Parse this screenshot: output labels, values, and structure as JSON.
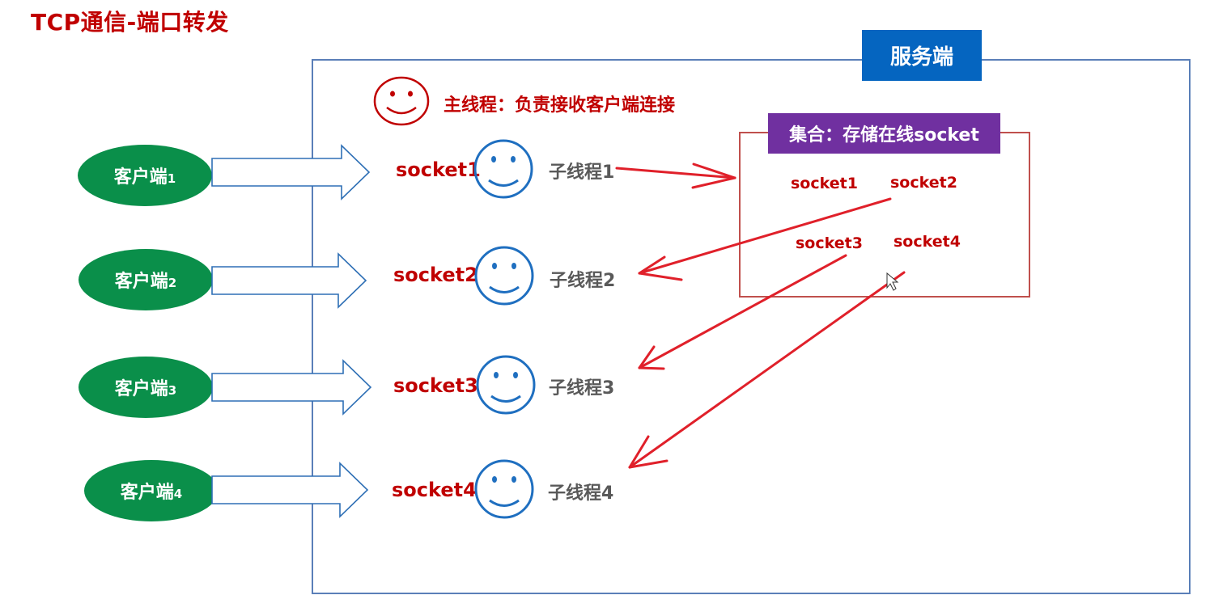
{
  "title": "TCP通信-端口转发",
  "server": {
    "label": "服务端"
  },
  "main_thread": {
    "label": "主线程：负责接收客户端连接"
  },
  "collection": {
    "label": "集合：存储在线socket",
    "items": [
      "socket1",
      "socket2",
      "socket3",
      "socket4"
    ]
  },
  "clients": [
    {
      "name": "客户端",
      "index": "1"
    },
    {
      "name": "客户端",
      "index": "2"
    },
    {
      "name": "客户端",
      "index": "3"
    },
    {
      "name": "客户端",
      "index": "4"
    }
  ],
  "sockets": [
    "socket1",
    "socket2",
    "socket3",
    "socket4"
  ],
  "threads": [
    "子线程1",
    "子线程2",
    "子线程3",
    "子线程4"
  ],
  "colors": {
    "title": "#c00000",
    "server_label_bg": "#0565c0",
    "client_fill": "#0a8f4a",
    "collection_label_bg": "#7030a0",
    "forward_arrow": "#e0202a",
    "smiley_blue": "#1f6fc0",
    "smiley_red": "#c00000"
  }
}
